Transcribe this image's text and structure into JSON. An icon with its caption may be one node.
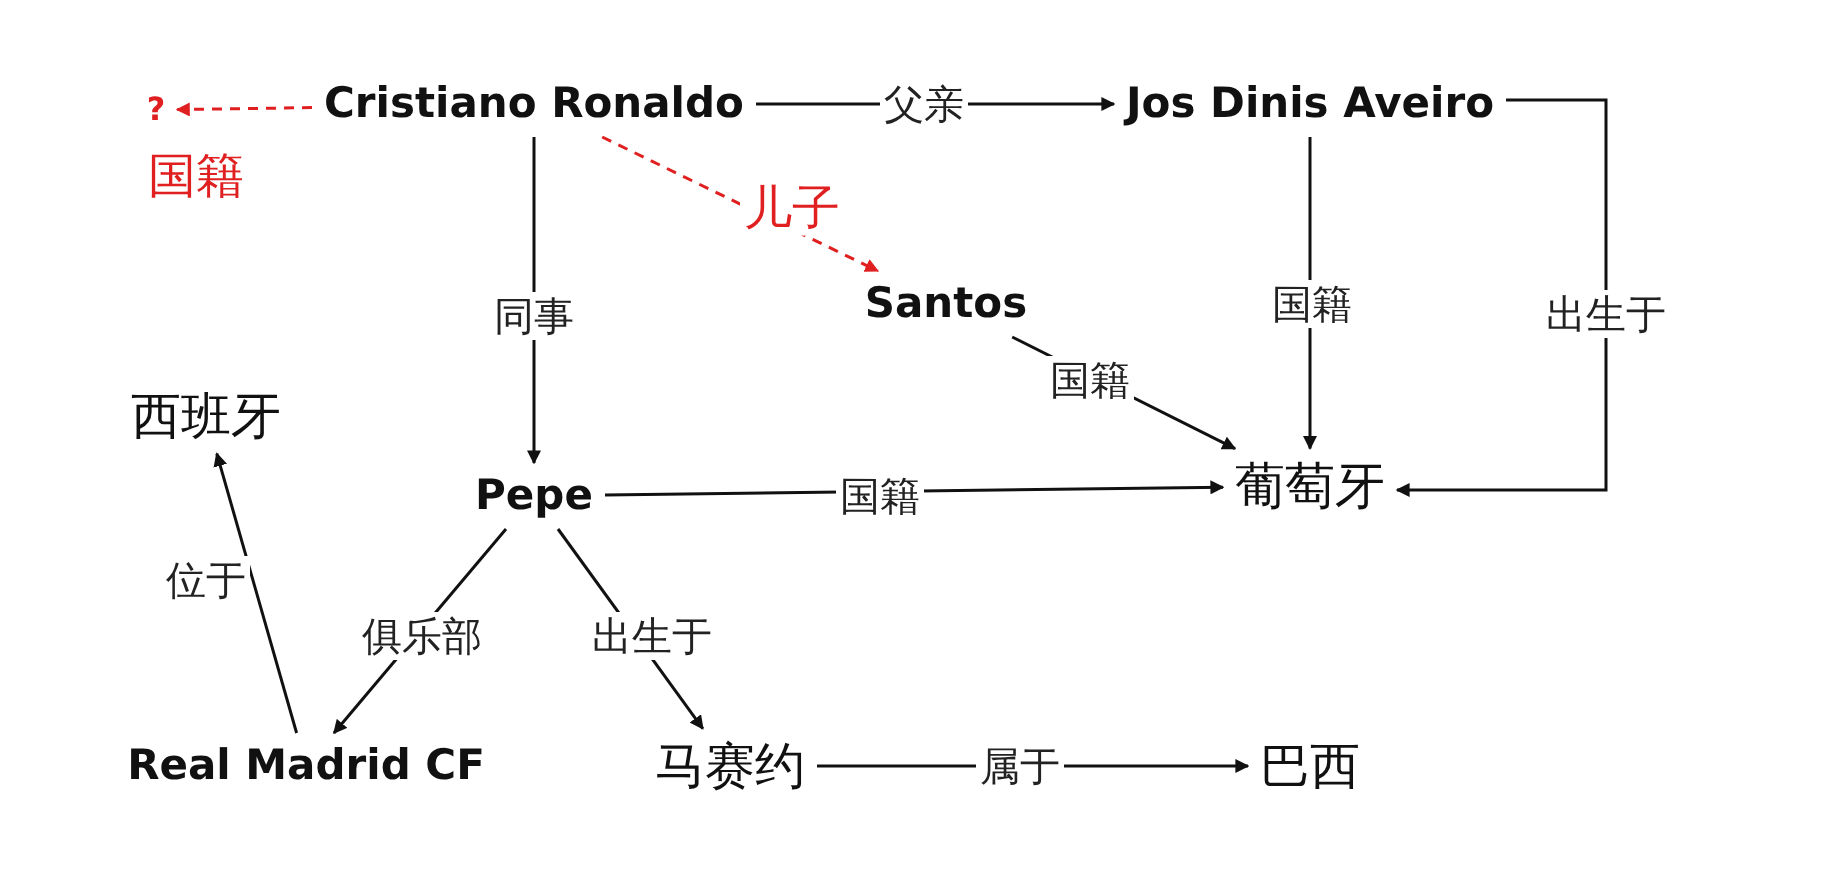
{
  "diagram": {
    "nodes": [
      {
        "text": [
          "?"
        ]
      },
      {
        "text": [
          "Cristiano Ronaldo"
        ]
      },
      {
        "text": [
          "Jos Dinis Aveiro"
        ]
      },
      {
        "text": [
          "Santos"
        ]
      },
      {
        "text": [
          "西班牙"
        ]
      },
      {
        "text": [
          "Pepe"
        ]
      },
      {
        "text": [
          "葡萄牙"
        ]
      },
      {
        "text": [
          "Real Madrid CF"
        ]
      },
      {
        "text": [
          "马赛约"
        ]
      },
      {
        "text": [
          "巴西"
        ]
      }
    ],
    "edges": [
      {
        "from": 1,
        "to": 0,
        "arrow": "to",
        "label": "国籍",
        "style": "dashed",
        "color": "#e02020"
      },
      {
        "from": 1,
        "to": 2,
        "arrow": "to",
        "label": "父亲"
      },
      {
        "from": 1,
        "to": 3,
        "arrow": "to",
        "label": "儿子",
        "style": "dashed",
        "color": "#e02020"
      },
      {
        "from": 1,
        "to": 5,
        "arrow": "to",
        "label": "同事"
      },
      {
        "from": 2,
        "to": 6,
        "arrow": "to",
        "label": "国籍"
      },
      {
        "from": 2,
        "to": 6,
        "arrow": "to",
        "label": "出生于"
      },
      {
        "from": 3,
        "to": 6,
        "arrow": "to",
        "label": "国籍"
      },
      {
        "from": 5,
        "to": 6,
        "arrow": "to",
        "label": "国籍"
      },
      {
        "from": 5,
        "to": 7,
        "arrow": "to",
        "label": "俱乐部"
      },
      {
        "from": 5,
        "to": 8,
        "arrow": "to",
        "label": "出生于"
      },
      {
        "from": 7,
        "to": 4,
        "arrow": "to",
        "label": "位于"
      },
      {
        "from": 8,
        "to": 9,
        "arrow": "to",
        "label": "属于"
      }
    ]
  }
}
